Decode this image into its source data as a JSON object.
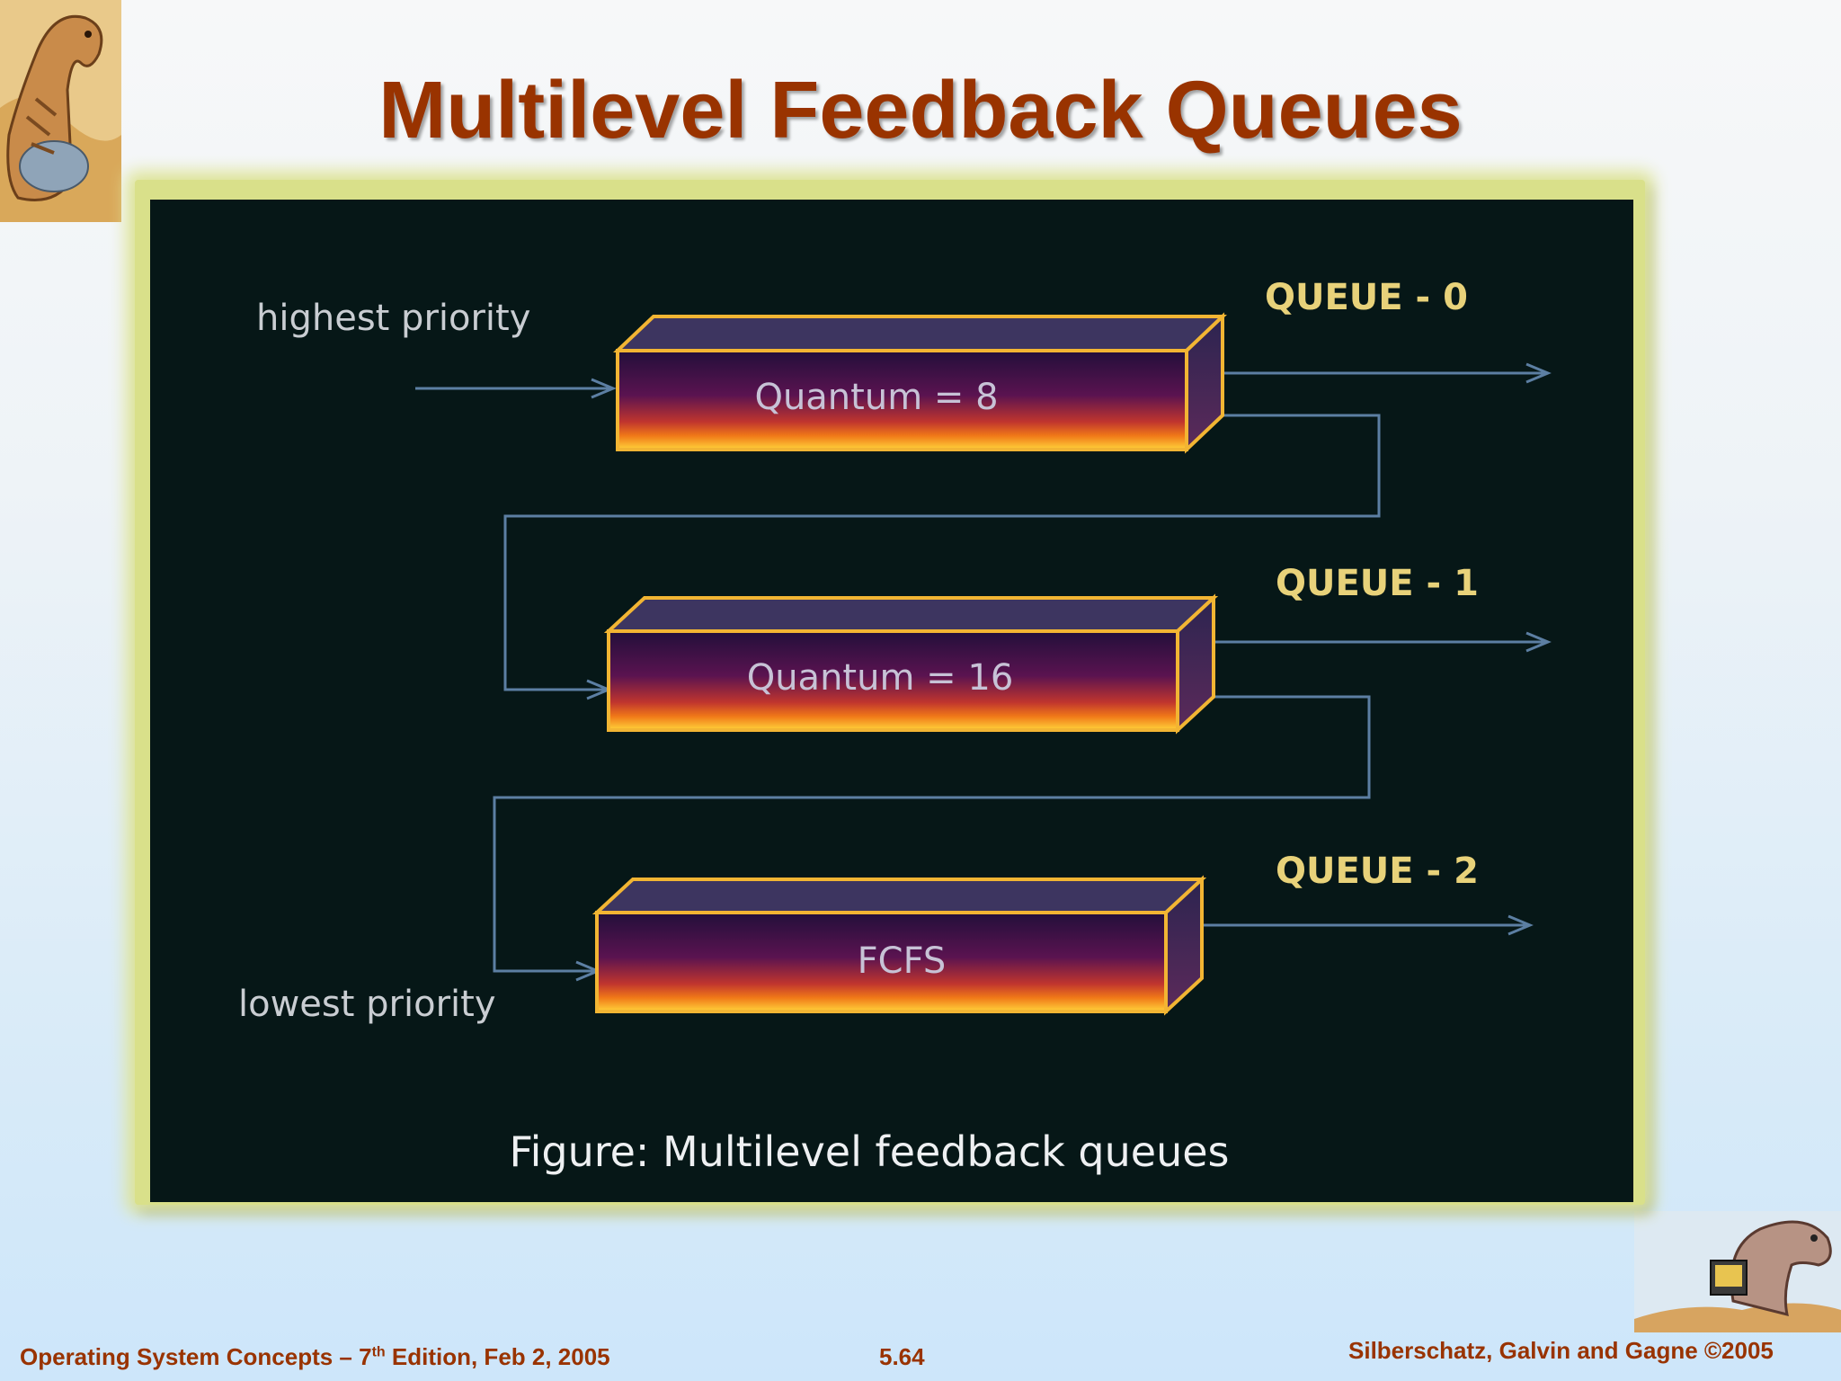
{
  "slide": {
    "title": "Multilevel Feedback Queues",
    "title_color": "#993300"
  },
  "diagram": {
    "priority_top": "highest priority",
    "priority_bottom": "lowest priority",
    "queues": [
      {
        "name": "QUEUE - 0",
        "box_label": "Quantum = 8"
      },
      {
        "name": "QUEUE - 1",
        "box_label": "Quantum = 16"
      },
      {
        "name": "QUEUE - 2",
        "box_label": "FCFS"
      }
    ],
    "caption": "Figure: Multilevel feedback queues",
    "colors": {
      "background": "#061717",
      "arrow": "#5c7fa3",
      "queue_label": "#e8d27a",
      "box_outline": "#f2b533",
      "box_top": "#3d3560",
      "box_gradient": [
        "#220f3a",
        "#6b1456",
        "#f07818",
        "#ffd23a"
      ]
    }
  },
  "footer": {
    "left_prefix": "Operating System Concepts – 7",
    "left_sup": "th",
    "left_suffix": " Edition, Feb 2, 2005",
    "page": "5.64",
    "right": "Silberschatz, Galvin and Gagne ©2005"
  }
}
